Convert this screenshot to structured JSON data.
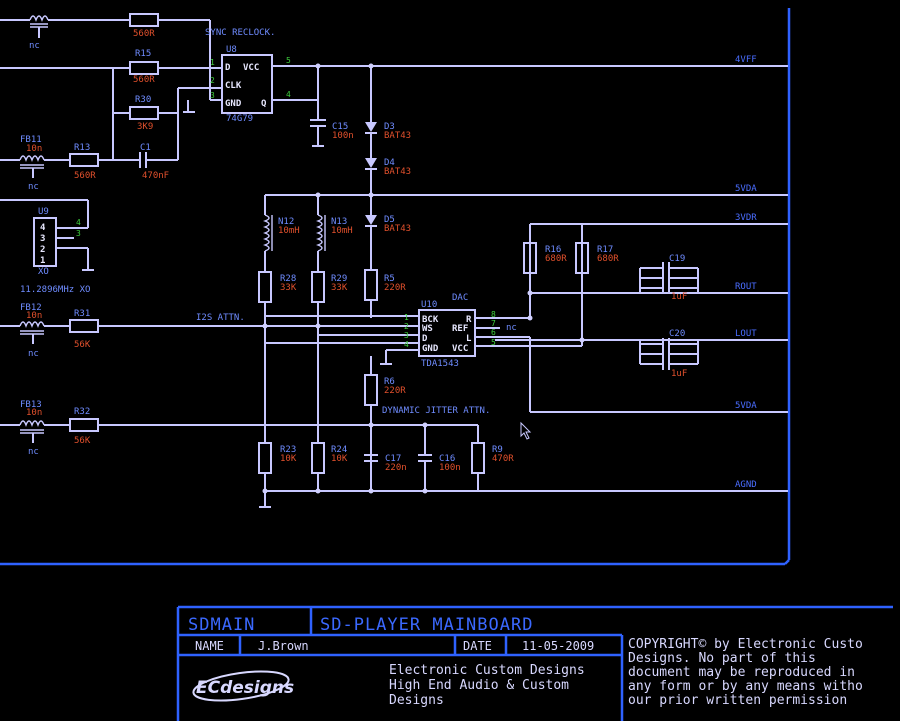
{
  "sync_reclock": {
    "title": "SYNC RECLOCK.",
    "u8": {
      "ref": "U8",
      "part": "74G79",
      "pin_d": "D",
      "pin_clk": "CLK",
      "pin_gnd": "GND",
      "pin_vcc": "VCC",
      "pin_q": "Q",
      "pin_nums": {
        "d": "1",
        "clk": "2",
        "gnd": "3",
        "q": "4",
        "vcc": "5"
      }
    }
  },
  "dac": {
    "title": "DAC",
    "u10": {
      "ref": "U10",
      "part": "TDA1543",
      "pin_bck": "BCK",
      "pin_ws": "WS",
      "pin_d": "D",
      "pin_gnd": "GND",
      "pin_r": "R",
      "pin_ref": "REF",
      "pin_l": "L",
      "pin_vcc": "VCC",
      "pin_nums": {
        "p1": "1",
        "p2": "2",
        "p3": "3",
        "p4": "4",
        "p5": "5",
        "p6": "6",
        "p7": "7",
        "p8": "8"
      },
      "nc": "nc"
    }
  },
  "crystal": {
    "ref": "U9",
    "label": "11.2896MHz XO",
    "sub": "XO",
    "pins": [
      "4",
      "3",
      "2",
      "1"
    ],
    "pin_nums": {
      "a": "4",
      "b": "3"
    }
  },
  "labels": {
    "i2s": "I2S ATTN.",
    "jitter": "DYNAMIC JITTER ATTN."
  },
  "ferrites": [
    {
      "ref": "",
      "value": "",
      "nc": "nc"
    },
    {
      "ref": "FB11",
      "value": "10n",
      "nc": "nc"
    },
    {
      "ref": "FB12",
      "value": "10n",
      "nc": "nc"
    },
    {
      "ref": "FB13",
      "value": "10n",
      "nc": "nc"
    }
  ],
  "resistors": [
    {
      "ref": "",
      "value": "560R"
    },
    {
      "ref": "R15",
      "value": "560R"
    },
    {
      "ref": "R30",
      "value": "3K9"
    },
    {
      "ref": "R13",
      "value": "560R"
    },
    {
      "ref": "R31",
      "value": "56K"
    },
    {
      "ref": "R32",
      "value": "56K"
    },
    {
      "ref": "R28",
      "value": "33K"
    },
    {
      "ref": "R29",
      "value": "33K"
    },
    {
      "ref": "R5",
      "value": "220R"
    },
    {
      "ref": "R6",
      "value": "220R"
    },
    {
      "ref": "R23",
      "value": "10K"
    },
    {
      "ref": "R24",
      "value": "10K"
    },
    {
      "ref": "R9",
      "value": "470R"
    },
    {
      "ref": "R16",
      "value": "680R"
    },
    {
      "ref": "R17",
      "value": "680R"
    }
  ],
  "capacitors": [
    {
      "ref": "C1",
      "value": "470nF"
    },
    {
      "ref": "C15",
      "value": "100n"
    },
    {
      "ref": "C17",
      "value": "220n"
    },
    {
      "ref": "C16",
      "value": "100n"
    },
    {
      "ref": "C19",
      "value": "1uF"
    },
    {
      "ref": "C20",
      "value": "1uF"
    }
  ],
  "diodes": [
    {
      "ref": "D3",
      "value": "BAT43"
    },
    {
      "ref": "D4",
      "value": "BAT43"
    },
    {
      "ref": "D5",
      "value": "BAT43"
    }
  ],
  "inductors": [
    {
      "ref": "N12",
      "value": "10mH"
    },
    {
      "ref": "N13",
      "value": "10mH"
    }
  ],
  "nets": {
    "vff": "4VFF",
    "svda1": "5VDA",
    "vdr": "3VDR",
    "rout": "ROUT",
    "lout": "LOUT",
    "svda2": "5VDA",
    "agnd": "AGND"
  },
  "title_block": {
    "sheet": "SDMAIN",
    "title": "SD-PLAYER MAINBOARD",
    "name_label": "NAME",
    "name_value": "J.Brown",
    "date_label": "DATE",
    "date_value": "11-05-2009",
    "company_lines": [
      "Electronic Custom Designs",
      "High End Audio  &  Custom",
      "Designs"
    ],
    "logo_text": "ECdesigns",
    "copyright_lines": [
      "COPYRIGHT© by Electronic Custo",
      "Designs. No part of this",
      "document may be reproduced in",
      "any form or by any means witho",
      "our prior written permission"
    ]
  },
  "colors": {
    "background": "#000000",
    "wire": "#c8c8ff",
    "border": "#2f62ff",
    "ref_text": "#6f8cff",
    "value_text": "#e0502c",
    "pin_text": "#3ecf3e"
  }
}
